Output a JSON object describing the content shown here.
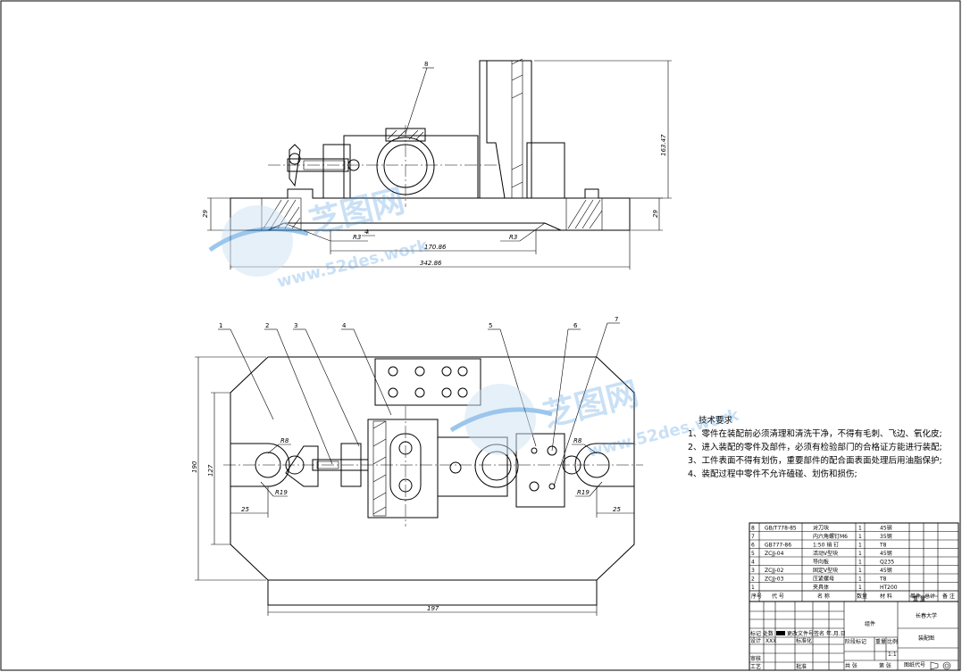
{
  "watermark": {
    "title": "芝图网",
    "url": "www.52des.work"
  },
  "front_view": {
    "part_label": "8",
    "dims": {
      "height": "163.47",
      "left_thickness": "29",
      "right_thickness": "29",
      "r3_left": "R3",
      "r3_right": "R3",
      "step": "4",
      "inner_width": "170.86",
      "overall_width": "342.86"
    }
  },
  "plan_view": {
    "part_labels": [
      "1",
      "2",
      "3",
      "4",
      "5",
      "6",
      "7"
    ],
    "dims": {
      "height": "190",
      "inner": "127",
      "r8_left": "R8",
      "r19_left": "R19",
      "r8_right": "R8",
      "r19_right": "R19",
      "slot_left": "25",
      "slot_right": "25",
      "width": "197"
    }
  },
  "tech_requirements": {
    "title": "技术要求",
    "items": [
      "1、零件在装配前必须清理和清洗干净，不得有毛刺、飞边、氧化皮;",
      "2、进入装配的零件及部件，必须有检验部门的合格证方能进行装配;",
      "3、工件表面不得有划伤，重要部件的配合面表面处理后用油脂保护;",
      "4、装配过程中零件不允许磕碰、划伤和损伤;"
    ]
  },
  "bom": {
    "rows": [
      {
        "no": "8",
        "code": "GB/T778-85",
        "name": "对刀块",
        "qty": "1",
        "material": "45钢"
      },
      {
        "no": "7",
        "code": "",
        "name": "内六角螺钉M6",
        "qty": "1",
        "material": "35钢"
      },
      {
        "no": "6",
        "code": "GB777-86",
        "name": "1:50  销 钉",
        "qty": "1",
        "material": "T8"
      },
      {
        "no": "5",
        "code": "ZCJJ-04",
        "name": "活动V型块",
        "qty": "1",
        "material": "45钢"
      },
      {
        "no": "4",
        "code": "",
        "name": "导向板",
        "qty": "1",
        "material": "Q235"
      },
      {
        "no": "3",
        "code": "ZCJJ-02",
        "name": "固定V型块",
        "qty": "1",
        "material": "45钢"
      },
      {
        "no": "2",
        "code": "ZCJJ-03",
        "name": "压紧螺母",
        "qty": "1",
        "material": "T8"
      },
      {
        "no": "1",
        "code": "",
        "name": "夹具体",
        "qty": "1",
        "material": "HT200"
      }
    ],
    "header": {
      "no": "序号",
      "code": "代    号",
      "name": "名    称",
      "qty": "数量",
      "material": "材    料",
      "single": "单件",
      "total": "总计",
      "weight": "重    量",
      "remark": "备  注"
    }
  },
  "title_block": {
    "drawing_name": "组件",
    "school": "长春大学",
    "sheet_title": "装配图",
    "scale": "1:1",
    "designer_label": "设计",
    "designer": "XXX",
    "standard_label": "标准化",
    "review_label": "审核",
    "process_label": "工艺",
    "approve_label": "批准",
    "marker_row": "标记 处数",
    "change_doc": "更改文件号",
    "signature": "签名 年.月.日",
    "stage_label": "阶段标记",
    "weight_label": "重量",
    "scale_label": "比例",
    "sheet_total": "共  张",
    "sheet_no": "第  张",
    "projection_label": "图纸代号"
  }
}
